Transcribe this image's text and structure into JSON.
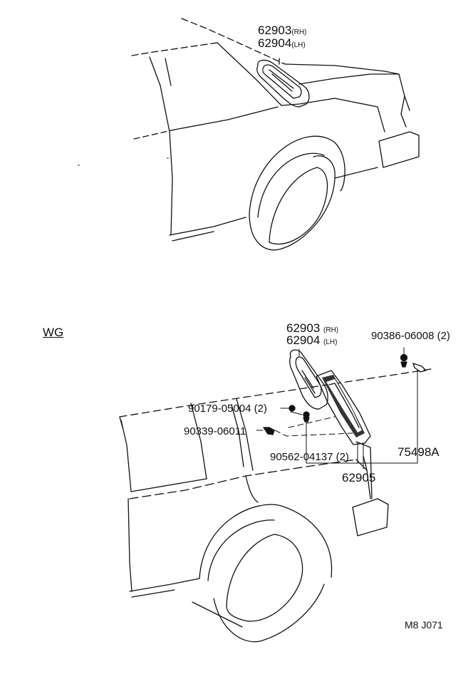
{
  "top_view": {
    "part_rh": "62903",
    "part_rh_side": "(RH)",
    "part_lh": "62904",
    "part_lh_side": "(LH)"
  },
  "bottom_view": {
    "variant_code": "WG",
    "part_rh": "62903",
    "part_rh_side": "(RH)",
    "part_lh": "62904",
    "part_lh_side": "(LH)",
    "clip_upper": "90386-06008 (2)",
    "clip_nut": "90179-05004 (2)",
    "screw": "90339-06011",
    "grommet": "90562-04137 (2)",
    "louver_assembly": "75498A",
    "garnish": "62905"
  },
  "drawing_code": "M8 J071",
  "colors": {
    "ink": "#111111",
    "paper": "#ffffff"
  }
}
